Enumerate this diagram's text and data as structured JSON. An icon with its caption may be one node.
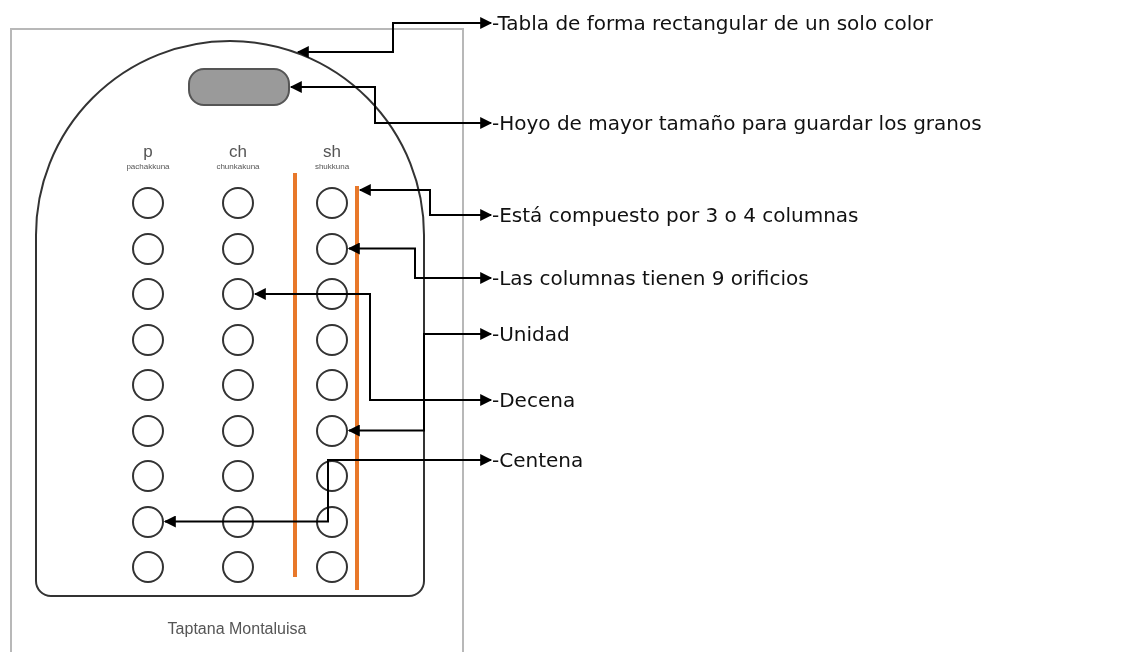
{
  "diagram": {
    "nodes": [
      {
        "text": [],
        "shape": "box"
      },
      {
        "text": [],
        "shape": "box",
        "in": 0
      },
      {
        "text": [],
        "shape": "bar",
        "in": 0
      },
      {
        "text": [],
        "shape": "bar",
        "in": 0
      },
      {
        "text": [],
        "shape": "circle",
        "in": 0
      },
      {
        "text": [],
        "shape": "circle",
        "in": 0
      },
      {
        "text": [],
        "shape": "circle",
        "in": 0
      },
      {
        "text": [],
        "shape": "circle",
        "in": 0
      },
      {
        "text": [],
        "shape": "circle",
        "in": 0
      },
      {
        "text": [],
        "shape": "circle",
        "in": 0
      },
      {
        "text": [],
        "shape": "circle",
        "in": 0
      },
      {
        "text": [],
        "shape": "circle",
        "in": 0
      },
      {
        "text": [],
        "shape": "circle",
        "in": 0
      },
      {
        "text": [],
        "shape": "circle",
        "in": 0
      },
      {
        "text": [],
        "shape": "circle",
        "in": 0
      },
      {
        "text": [],
        "shape": "circle",
        "in": 0
      },
      {
        "text": [],
        "shape": "circle",
        "in": 0
      },
      {
        "text": [],
        "shape": "circle",
        "in": 0
      },
      {
        "text": [],
        "shape": "circle",
        "in": 0
      },
      {
        "text": [],
        "shape": "circle",
        "in": 0
      },
      {
        "text": [],
        "shape": "circle",
        "in": 0
      },
      {
        "text": [],
        "shape": "circle",
        "in": 0
      },
      {
        "text": [],
        "shape": "circle",
        "in": 0
      },
      {
        "text": [],
        "shape": "circle",
        "in": 0
      },
      {
        "text": [],
        "shape": "circle",
        "in": 0
      },
      {
        "text": [],
        "shape": "circle",
        "in": 0
      },
      {
        "text": [],
        "shape": "circle",
        "in": 0
      },
      {
        "text": [],
        "shape": "circle",
        "in": 0
      },
      {
        "text": [],
        "shape": "circle",
        "in": 0
      },
      {
        "text": [],
        "shape": "circle",
        "in": 0
      },
      {
        "text": [],
        "shape": "circle",
        "in": 0
      },
      {
        "text": [
          "-Tabla de forma rectangular de un solo color"
        ]
      },
      {
        "text": [
          "-Hoyo de mayor tamaño para guardar los granos"
        ]
      },
      {
        "text": [
          "-Está compuesto por 3 o 4 columnas"
        ]
      },
      {
        "text": [
          "-Las columnas tienen 9 orificios"
        ]
      },
      {
        "text": [
          "-Unidad"
        ]
      },
      {
        "text": [
          "-Decena"
        ]
      },
      {
        "text": [
          "-Centena"
        ]
      }
    ],
    "edges": [
      {
        "from": 31,
        "to": 0,
        "arrow": "both"
      },
      {
        "from": 32,
        "to": 1,
        "arrow": "both"
      },
      {
        "from": 33,
        "to": 3,
        "arrow": "both"
      },
      {
        "from": 34,
        "to": 9,
        "arrow": "both"
      },
      {
        "from": 35,
        "to": 21,
        "arrow": "both"
      },
      {
        "from": 36,
        "to": 11,
        "arrow": "both"
      },
      {
        "from": 37,
        "to": 25,
        "arrow": "both"
      }
    ],
    "labels": [
      "p",
      "pachakkuna",
      "ch",
      "chunkakuna",
      "sh",
      "shukkuna",
      "Taptana Montaluisa"
    ]
  }
}
